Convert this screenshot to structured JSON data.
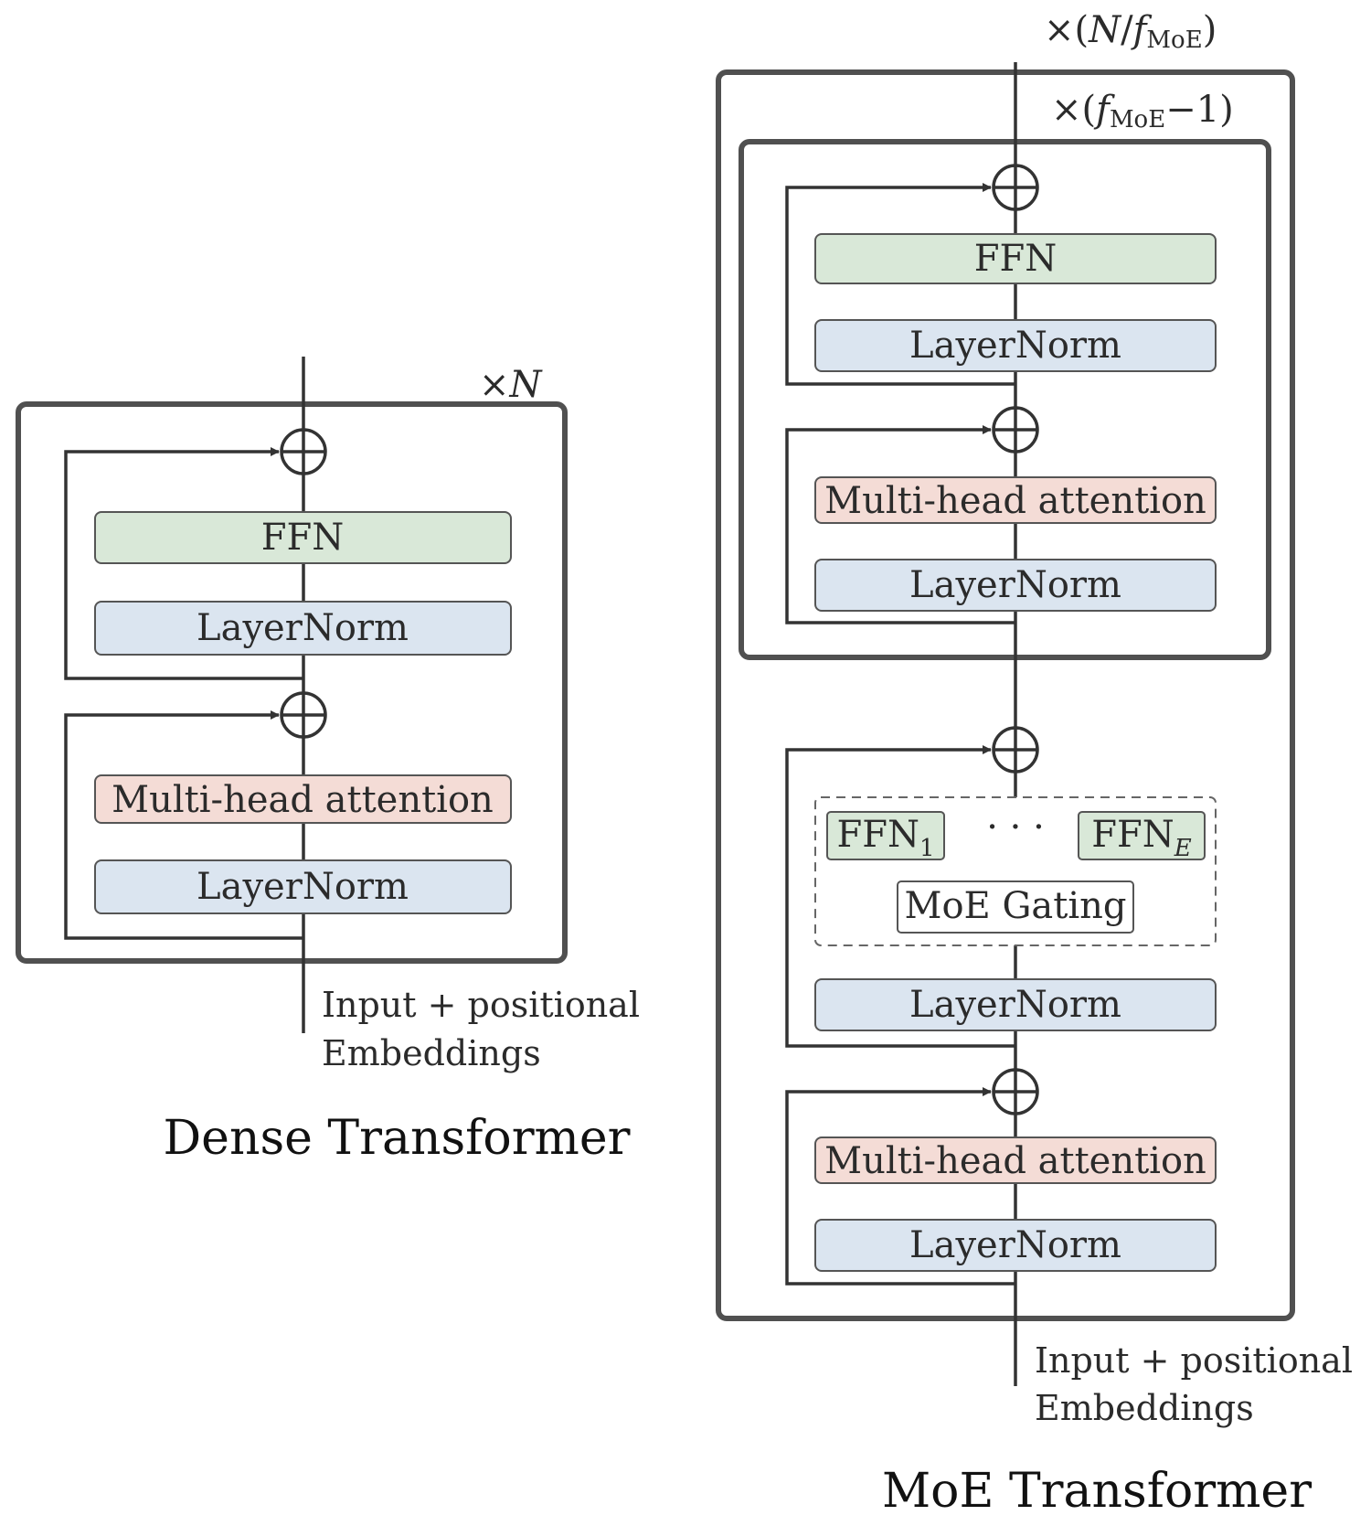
{
  "colors": {
    "ffn": "#d9e8d8",
    "layernorm": "#dbe5f0",
    "attention": "#f4dcd6",
    "gating": "#ffffff"
  },
  "dense": {
    "repeat_times": "×",
    "repeat_var": "N",
    "ffn": "FFN",
    "layernorm_top": "LayerNorm",
    "attention": "Multi-head attention",
    "layernorm_bottom": "LayerNorm",
    "input_line1": "Input + positional",
    "input_line2": "Embeddings",
    "caption": "Dense Transformer"
  },
  "moe": {
    "outer_repeat_prefix": "×(",
    "outer_repeat_var": "N",
    "outer_repeat_slash": "/",
    "outer_repeat_f": "f",
    "outer_repeat_sub": "MoE",
    "outer_repeat_suffix": ")",
    "inner_repeat_prefix": "×(",
    "inner_repeat_f": "f",
    "inner_repeat_sub": "MoE",
    "inner_repeat_suffix": "−1)",
    "inner_ffn": "FFN",
    "inner_layernorm_top": "LayerNorm",
    "inner_attention": "Multi-head attention",
    "inner_layernorm_bottom": "LayerNorm",
    "expert_first": "FFN",
    "expert_first_sub": "1",
    "expert_dots": "· · ·",
    "expert_last": "FFN",
    "expert_last_sub": "E",
    "gating": "MoE Gating",
    "layernorm_moe": "LayerNorm",
    "attention_bottom": "Multi-head attention",
    "layernorm_bottom": "LayerNorm",
    "input_line1": "Input + positional",
    "input_line2": "Embeddings",
    "caption": "MoE Transformer"
  }
}
